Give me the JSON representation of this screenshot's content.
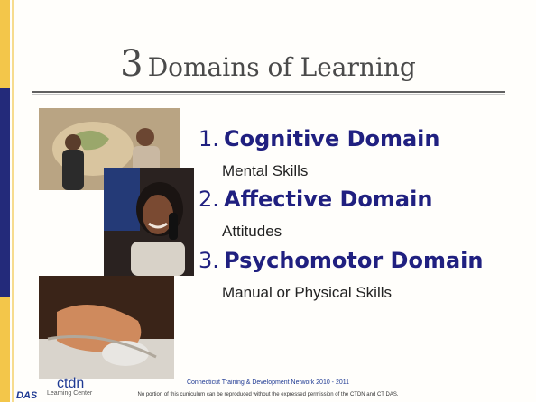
{
  "slide": {
    "title_number": "3",
    "title_text": "Domains of Learning",
    "items": [
      {
        "number": "1.",
        "title": "Cognitive Domain",
        "subtitle": "Mental Skills"
      },
      {
        "number": "2.",
        "title": "Affective Domain",
        "subtitle": "Attitudes"
      },
      {
        "number": "3.",
        "title": "Psychomotor Domain",
        "subtitle": "Manual or Physical Skills"
      }
    ]
  },
  "footer": {
    "logo_ctdn": "ctdn",
    "logo_das": "DAS",
    "logo_learning_center": "Learning Center",
    "org_line": "Connecticut Training & Development Network  2010 - 2011",
    "copyright_note": "No portion of this curriculum can be reproduced without the expressed permission of the CTDN and CT DAS."
  },
  "colors": {
    "accent_gold": "#f3c64a",
    "accent_navy": "#232a7a",
    "heading_blue": "#202080"
  }
}
